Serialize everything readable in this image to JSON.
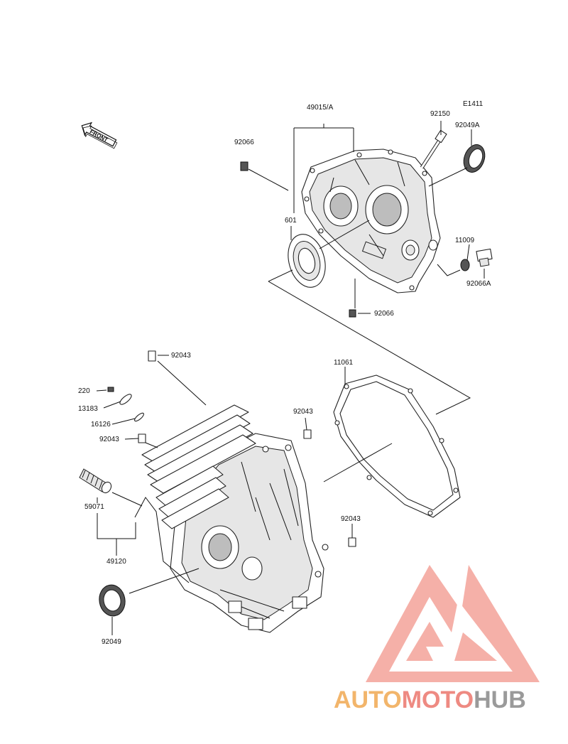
{
  "diagram_code": "E1411",
  "front_marker": "FRONT",
  "callouts": {
    "c49015": "49015/A",
    "c92150": "92150",
    "c92049A": "92049A",
    "c92066_top": "92066",
    "c601": "601",
    "c11009": "11009",
    "c92066A": "92066A",
    "c92066_mid": "92066",
    "c92043_top": "92043",
    "c11061": "11061",
    "c220": "220",
    "c13183": "13183",
    "c16126": "16126",
    "c92043_left": "92043",
    "c92043_right": "92043",
    "c59071": "59071",
    "c92043_low": "92043",
    "c49120": "49120",
    "c92049": "92049"
  },
  "watermark": {
    "part1": "AUTO",
    "part2": "MOTO",
    "part3": "HUB",
    "color_triangle": "#f08a80",
    "color_auto": "#f2b56b",
    "color_moto": "#ee8a82",
    "color_hub": "#9a9a9a"
  }
}
